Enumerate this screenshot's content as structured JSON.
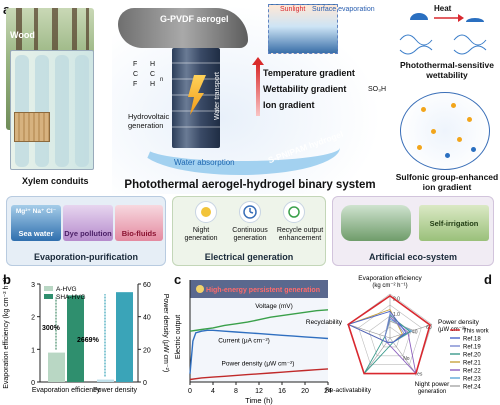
{
  "panels": {
    "a": "a",
    "b": "b",
    "c": "c",
    "d": "d"
  },
  "panel_a": {
    "wood_label": "Wood",
    "xylem_label": "Xylem conduits",
    "aerogel_label": "G-PVDF aerogel",
    "formula_f": "F",
    "formula_h": "H",
    "formula_c": "C",
    "formula_n": "n",
    "sunlight_label": "Sunlight",
    "surface_evap_label": "Surface evaporation",
    "heat_label": "Heat",
    "wettability_label_1": "Photothermal-sensitive",
    "wettability_label_2": "wettability",
    "hydrovoltaic_1": "Hydrovoltaic",
    "hydrovoltaic_2": "generation",
    "water_transport": "Water transport",
    "water_absorption": "Water absorption",
    "temperature_gradient": "Temperature gradient",
    "wettability_gradient": "Wettability gradient",
    "ion_gradient": "Ion gradient",
    "hydrogel_label": "S-PNIPAM hydrogel",
    "so3h": "SO₃H",
    "sulfonic_1": "Sulfonic group-enhanced",
    "sulfonic_2": "ion gradient",
    "main_title": "Photothermal aerogel-hydrogel binary system",
    "apps": {
      "evaporation": {
        "title": "Evaporation-purification",
        "tiles": [
          "Sea water",
          "Dye pollution",
          "Bio-fluids"
        ],
        "ions": [
          "Mg²⁺",
          "Na⁺",
          "Cl⁻"
        ]
      },
      "electrical": {
        "title": "Electrical generation",
        "tiles": [
          "Night generation",
          "Continuous generation",
          "Recycle output enhancement"
        ]
      },
      "eco": {
        "title": "Artificial eco-system",
        "tiles": [
          "Self-irrigation"
        ]
      }
    }
  },
  "chart_data": [
    {
      "type": "bar",
      "panel": "b",
      "categories": [
        "Evaporation efficiency",
        "Power density"
      ],
      "series": [
        {
          "name": "A-HVG",
          "values": [
            0.9,
            1.5
          ]
        },
        {
          "name": "SHA-HVG",
          "values": [
            2.65,
            55.0
          ]
        }
      ],
      "ylabel_left": "Evaporation efficiency (kg cm⁻² h⁻¹)",
      "ylabel_right": "Power density (μW cm⁻²)",
      "ylim_left": [
        0,
        3
      ],
      "ylim_right": [
        0,
        60
      ],
      "yticks_left": [
        "0",
        "1",
        "2",
        "3"
      ],
      "yticks_right": [
        "0",
        "20",
        "40",
        "60"
      ],
      "annotations": [
        "300%",
        "2669%"
      ],
      "colors": {
        "A-HVG": "#b9d7c4",
        "SHA-HVG": "#2f8f6e",
        "SHA-HVG_power": "#3aa4b8",
        "A-HVG_power": "#bfe0ea"
      }
    },
    {
      "type": "line",
      "panel": "c",
      "title": "High-energy persistent generation",
      "xlabel": "Time (h)",
      "ylabel": "Electric output",
      "xlim": [
        0,
        24
      ],
      "xticks": [
        "0",
        "4",
        "8",
        "12",
        "16",
        "20",
        "24"
      ],
      "series": [
        {
          "name": "Voltage (mV)",
          "color": "#3aa04a",
          "x": [
            0,
            2,
            4,
            6,
            8,
            10,
            12,
            14,
            16,
            18,
            20,
            22,
            24
          ],
          "y": [
            0.62,
            0.64,
            0.66,
            0.69,
            0.71,
            0.73,
            0.76,
            0.79,
            0.81,
            0.83,
            0.85,
            0.87,
            0.88
          ]
        },
        {
          "name": "Current (μA cm⁻²)",
          "color": "#2f6fc0",
          "x": [
            0,
            0.5,
            1,
            2,
            3,
            4,
            6,
            8,
            10,
            12,
            14,
            16,
            18,
            20,
            22,
            24
          ],
          "y": [
            0.1,
            0.5,
            0.6,
            0.62,
            0.63,
            0.63,
            0.62,
            0.61,
            0.6,
            0.59,
            0.58,
            0.57,
            0.56,
            0.55,
            0.54,
            0.53
          ]
        },
        {
          "name": "Power density (μW cm⁻²)",
          "color": "#c02a2a",
          "x": [
            0,
            2,
            4,
            6,
            8,
            10,
            12,
            14,
            16,
            18,
            20,
            22,
            24
          ],
          "y": [
            0.03,
            0.05,
            0.06,
            0.07,
            0.08,
            0.09,
            0.1,
            0.11,
            0.12,
            0.13,
            0.14,
            0.15,
            0.16
          ]
        }
      ]
    },
    {
      "type": "radar",
      "panel": "d",
      "axes": [
        {
          "name": "Evaporation efficiency",
          "unit": "(kg cm⁻² h⁻¹)"
        },
        {
          "name": "Power density",
          "unit": "(μW cm⁻²)"
        },
        {
          "name": "Night power",
          "unit": "generation"
        },
        {
          "name": "Re-activatability",
          "unit": ""
        },
        {
          "name": "Recyclability",
          "unit": ""
        }
      ],
      "tick_labels": [
        "1.0",
        "2.0",
        "40",
        "60",
        "No",
        "Yes"
      ],
      "series": [
        {
          "name": "This work",
          "color": "#d9282f",
          "values": [
            0.95,
            0.95,
            1.0,
            1.0,
            1.0
          ]
        },
        {
          "name": "Ref.18",
          "color": "#4a63c9",
          "values": [
            0.55,
            0.3,
            0.0,
            0.0,
            1.0
          ]
        },
        {
          "name": "Ref.19",
          "color": "#7b8ad1",
          "values": [
            0.5,
            0.25,
            0.0,
            0.0,
            0.0
          ]
        },
        {
          "name": "Ref.20",
          "color": "#3a9a8c",
          "values": [
            0.45,
            0.4,
            0.0,
            1.0,
            0.0
          ]
        },
        {
          "name": "Ref.21",
          "color": "#c8a23d",
          "values": [
            0.6,
            0.2,
            0.0,
            0.0,
            1.0
          ]
        },
        {
          "name": "Ref.22",
          "color": "#8c5fbf",
          "values": [
            0.4,
            0.35,
            1.0,
            0.0,
            0.0
          ]
        },
        {
          "name": "Ref.23",
          "color": "#5fa8d9",
          "values": [
            0.35,
            0.45,
            0.0,
            0.0,
            0.0
          ]
        },
        {
          "name": "Ref.24",
          "color": "#a6a6a6",
          "values": [
            0.3,
            0.5,
            0.0,
            0.0,
            0.0
          ]
        }
      ]
    }
  ]
}
